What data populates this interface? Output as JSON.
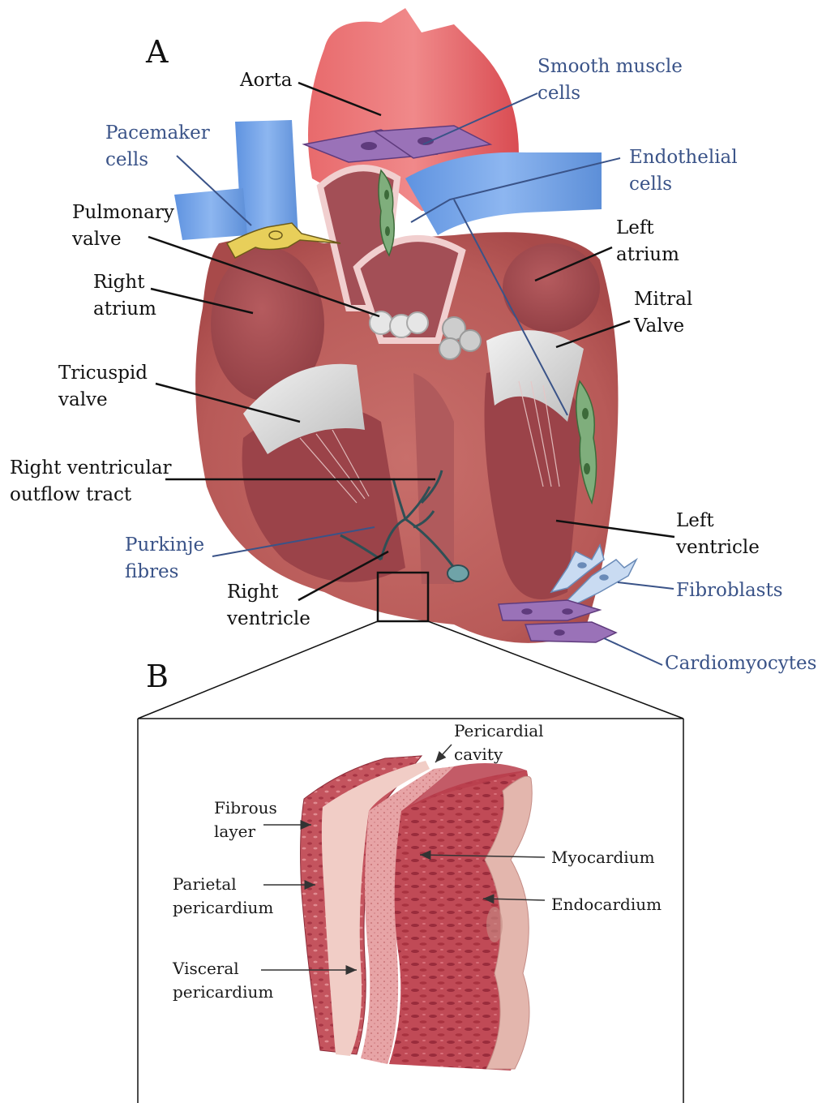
{
  "panels": {
    "a": "A",
    "b": "B"
  },
  "colors": {
    "cell_label": "#3a5388",
    "structure_label": "#111111",
    "aorta": "#e0545a",
    "vessel_blue": "#6f9fe6",
    "muscle": "#c87070",
    "cell_purple": "#9a72b8",
    "cell_green": "#7fae7c",
    "pacemaker_yellow": "#e8cf5a"
  },
  "panel_a": {
    "aorta": "Aorta",
    "smooth_muscle": [
      "Smooth muscle",
      "cells"
    ],
    "pacemaker": [
      "Pacemaker",
      "cells"
    ],
    "endothelial": [
      "Endothelial",
      "cells"
    ],
    "pulmonary_valve": [
      "Pulmonary",
      "valve"
    ],
    "left_atrium": [
      "Left",
      "atrium"
    ],
    "right_atrium": [
      "Right",
      "atrium"
    ],
    "mitral_valve": [
      "Mitral",
      "Valve"
    ],
    "tricuspid_valve": [
      "Tricuspid",
      "valve"
    ],
    "rvot": [
      "Right ventricular",
      "outflow tract"
    ],
    "left_ventricle": [
      "Left",
      "ventricle"
    ],
    "purkinje": [
      "Purkinje",
      "fibres"
    ],
    "right_ventricle": [
      "Right",
      "ventricle"
    ],
    "fibroblasts": "Fibroblasts",
    "cardiomyocytes": "Cardiomyocytes"
  },
  "panel_b": {
    "pericardial_cavity": [
      "Pericardial",
      "cavity"
    ],
    "fibrous_layer": [
      "Fibrous",
      "layer"
    ],
    "myocardium": "Myocardium",
    "parietal": [
      "Parietal",
      "pericardium"
    ],
    "endocardium": "Endocardium",
    "visceral": [
      "Visceral",
      "pericardium"
    ]
  }
}
